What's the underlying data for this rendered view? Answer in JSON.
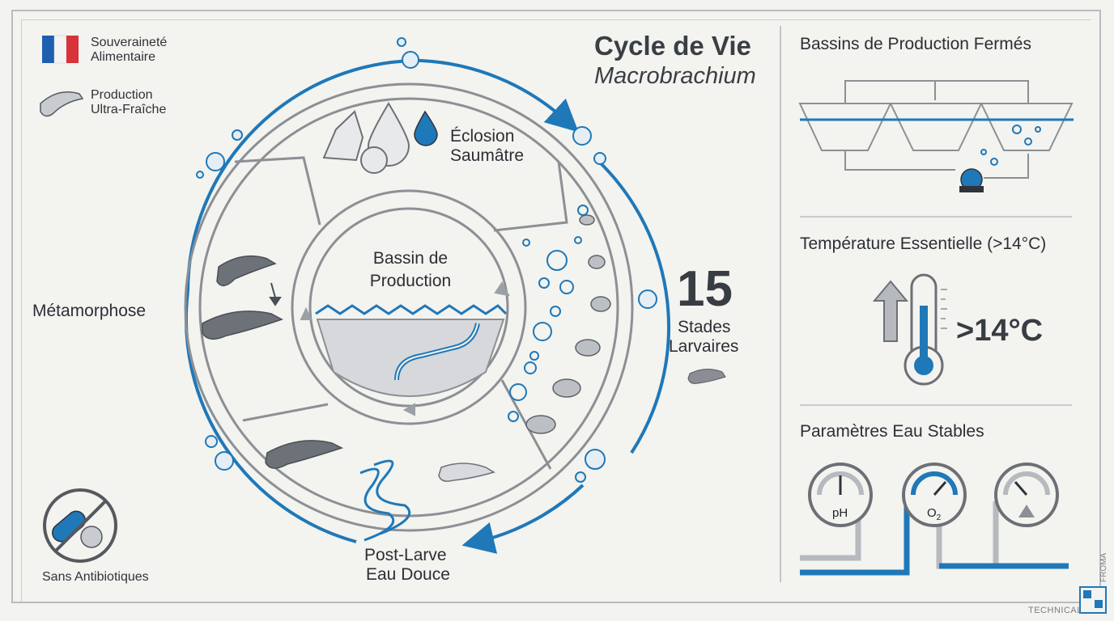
{
  "header": {
    "title": "Cycle de Vie",
    "subtitle": "Macrobrachium"
  },
  "badges": [
    {
      "label_1": "Souveraineté",
      "label_2": "Alimentaire",
      "icon": "france-flag-icon"
    },
    {
      "label_1": "Production",
      "label_2": "Ultra-Fraîche",
      "icon": "shrimp-icon"
    },
    {
      "label": "Sans Antibiotiques",
      "icon": "no-antibiotics-icon"
    }
  ],
  "cycle": {
    "center_line1": "Bassin de",
    "center_line2": "Production",
    "stage_top_1": "Éclosion",
    "stage_top_2": "Saumâtre",
    "stage_left": "Métamorphose",
    "stage_bottom_1": "Post-Larve",
    "stage_bottom_2": "Eau Douce",
    "count": "15",
    "count_label_1": "Stades",
    "count_label_2": "Larvaires"
  },
  "panels": {
    "ponds_title": "Bassins de Production Fermés",
    "temp_title": "Température Essentielle (>14°C)",
    "temp_value": ">14°C",
    "water_title": "Paramètres Eau Stables",
    "gauge_1": "pH",
    "gauge_2": "O",
    "gauge_2_sub": "2"
  },
  "footer": {
    "tech": "TECHNICAL",
    "side": "FROMA"
  },
  "colors": {
    "accent": "#1f78b8",
    "line": "#8c9095",
    "background": "#f3f3ef"
  }
}
